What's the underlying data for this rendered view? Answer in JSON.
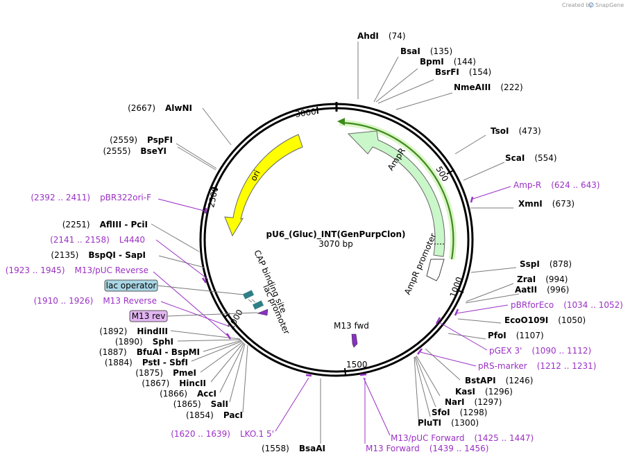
{
  "credit": {
    "prefix": "Created by",
    "brand": "SnapGene"
  },
  "plasmid": {
    "name": "pU6_(Gluc)_INT(GenPurpClon)",
    "size_label": "3070 bp",
    "length": 3070
  },
  "ticks": [
    "500",
    "1000",
    "1500",
    "2000",
    "2500",
    "3000"
  ],
  "features": {
    "ampr": "AmpR",
    "ampr_promoter": "AmpR promoter",
    "ori": "ori",
    "cap": "CAP binding site",
    "lac_promoter": "lac promoter",
    "m13fwd": "M13 fwd",
    "lac_operator": "lac operator",
    "m13rev": "M13 rev"
  },
  "enzymes": [
    {
      "name": "AhdI",
      "pos": "(74)"
    },
    {
      "name": "BsaI",
      "pos": "(135)"
    },
    {
      "name": "BpmI",
      "pos": "(144)"
    },
    {
      "name": "BsrFI",
      "pos": "(154)"
    },
    {
      "name": "NmeAIII",
      "pos": "(222)"
    },
    {
      "name": "TsoI",
      "pos": "(473)"
    },
    {
      "name": "ScaI",
      "pos": "(554)"
    },
    {
      "name": "XmnI",
      "pos": "(673)"
    },
    {
      "name": "SspI",
      "pos": "(878)"
    },
    {
      "name": "ZraI",
      "pos": "(994)"
    },
    {
      "name": "AatII",
      "pos": "(996)"
    },
    {
      "name": "EcoO109I",
      "pos": "(1050)"
    },
    {
      "name": "PfoI",
      "pos": "(1107)"
    },
    {
      "name": "BstAPI",
      "pos": "(1246)"
    },
    {
      "name": "KasI",
      "pos": "(1296)"
    },
    {
      "name": "NarI",
      "pos": "(1297)"
    },
    {
      "name": "SfoI",
      "pos": "(1298)"
    },
    {
      "name": "PluTI",
      "pos": "(1300)"
    },
    {
      "name": "BsaAI",
      "pos": "(1558)"
    },
    {
      "name": "PacI",
      "pos": "(1854)"
    },
    {
      "name": "SalI",
      "pos": "(1865)"
    },
    {
      "name": "AccI",
      "pos": "(1866)"
    },
    {
      "name": "HincII",
      "pos": "(1867)"
    },
    {
      "name": "PmeI",
      "pos": "(1875)"
    },
    {
      "name": "PstI - SbfI",
      "pos": "(1884)"
    },
    {
      "name": "BfuAI - BspMI",
      "pos": "(1887)"
    },
    {
      "name": "SphI",
      "pos": "(1890)"
    },
    {
      "name": "HindIII",
      "pos": "(1892)"
    },
    {
      "name": "BspQI - SapI",
      "pos": "(2135)"
    },
    {
      "name": "AflIII - PciI",
      "pos": "(2251)"
    },
    {
      "name": "PspFI",
      "pos": "(2559)"
    },
    {
      "name": "BseYI",
      "pos": "(2555)"
    },
    {
      "name": "AlwNI",
      "pos": "(2667)"
    }
  ],
  "primers": [
    {
      "name": "Amp-R",
      "range": "(624 .. 643)"
    },
    {
      "name": "pBRforEco",
      "range": "(1034 .. 1052)"
    },
    {
      "name": "pGEX 3'",
      "range": "(1090 .. 1112)"
    },
    {
      "name": "pRS-marker",
      "range": "(1212 .. 1231)"
    },
    {
      "name": "M13/pUC Forward",
      "range": "(1425 .. 1447)"
    },
    {
      "name": "M13 Forward",
      "range": "(1439 .. 1456)"
    },
    {
      "name": "LKO.1 5'",
      "range": "(1620 .. 1639)"
    },
    {
      "name": "M13 Reverse",
      "range": "(1910 .. 1926)"
    },
    {
      "name": "M13/pUC Reverse",
      "range": "(1923 .. 1945)"
    },
    {
      "name": "L4440",
      "range": "(2141 .. 2158)"
    },
    {
      "name": "pBR322ori-F",
      "range": "(2392 .. 2411)"
    }
  ],
  "colors": {
    "purple": "#9a30c4",
    "ampr": "#c9f7c9",
    "ori": "#ffff00",
    "lac_operator": "#a9d6e5",
    "m13rev": "#e2b6f2",
    "green_bar": "#7fbf2a"
  }
}
